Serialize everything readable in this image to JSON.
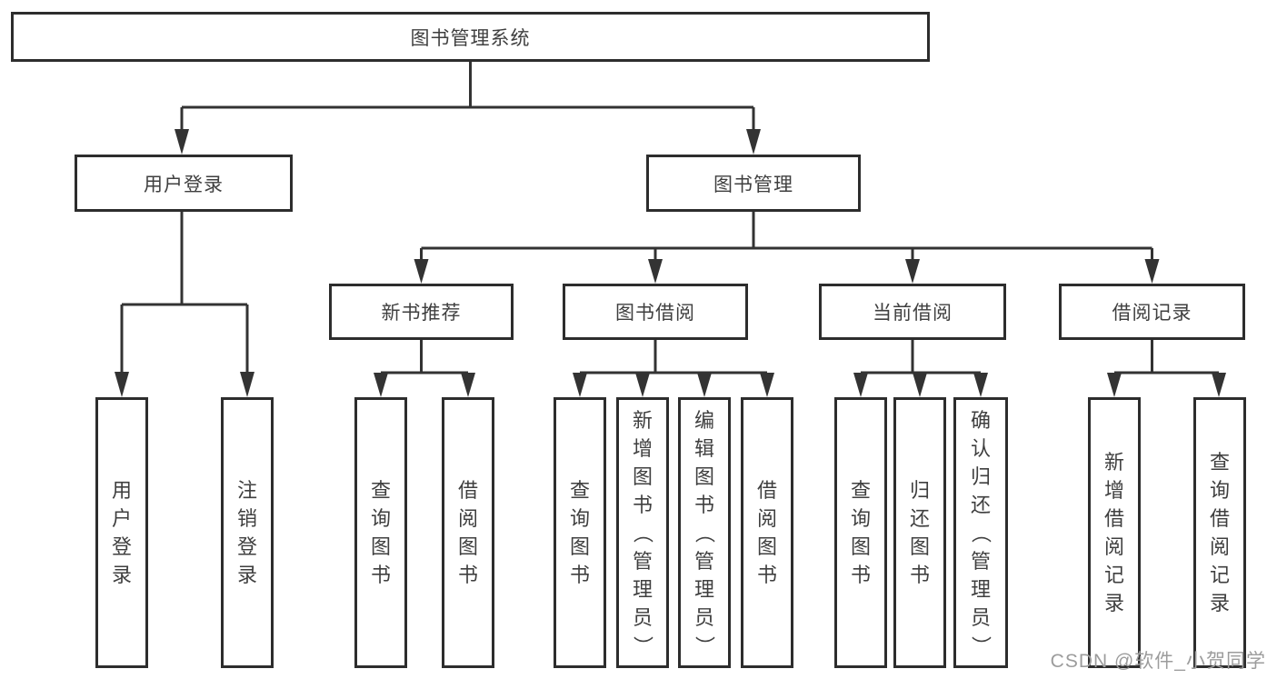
{
  "diagram": {
    "title": "图书管理系统",
    "root": {
      "label": "图书管理系统"
    },
    "branches": [
      {
        "label": "用户登录"
      },
      {
        "label": "图书管理"
      }
    ],
    "groups": [
      {
        "label": "新书推荐"
      },
      {
        "label": "图书借阅"
      },
      {
        "label": "当前借阅"
      },
      {
        "label": "借阅记录"
      }
    ],
    "leaves": [
      {
        "label": "用户登录"
      },
      {
        "label": "注销登录"
      },
      {
        "label": "查询图书"
      },
      {
        "label": "借阅图书"
      },
      {
        "label": "查询图书"
      },
      {
        "label": "新增图书（管理员）"
      },
      {
        "label": "编辑图书（管理员）"
      },
      {
        "label": "借阅图书"
      },
      {
        "label": "查询图书"
      },
      {
        "label": "归还图书"
      },
      {
        "label": "确认归还（管理员）"
      },
      {
        "label": "新增借阅记录"
      },
      {
        "label": "查询借阅记录"
      }
    ]
  },
  "watermark": {
    "text": "CSDN @软件_小贺同学"
  },
  "colors": {
    "background": "#ffffff",
    "line": "#333333",
    "box_border": "#2d2d2d",
    "text": "#3f3f3f",
    "watermark_text": "#9c9c9c"
  }
}
